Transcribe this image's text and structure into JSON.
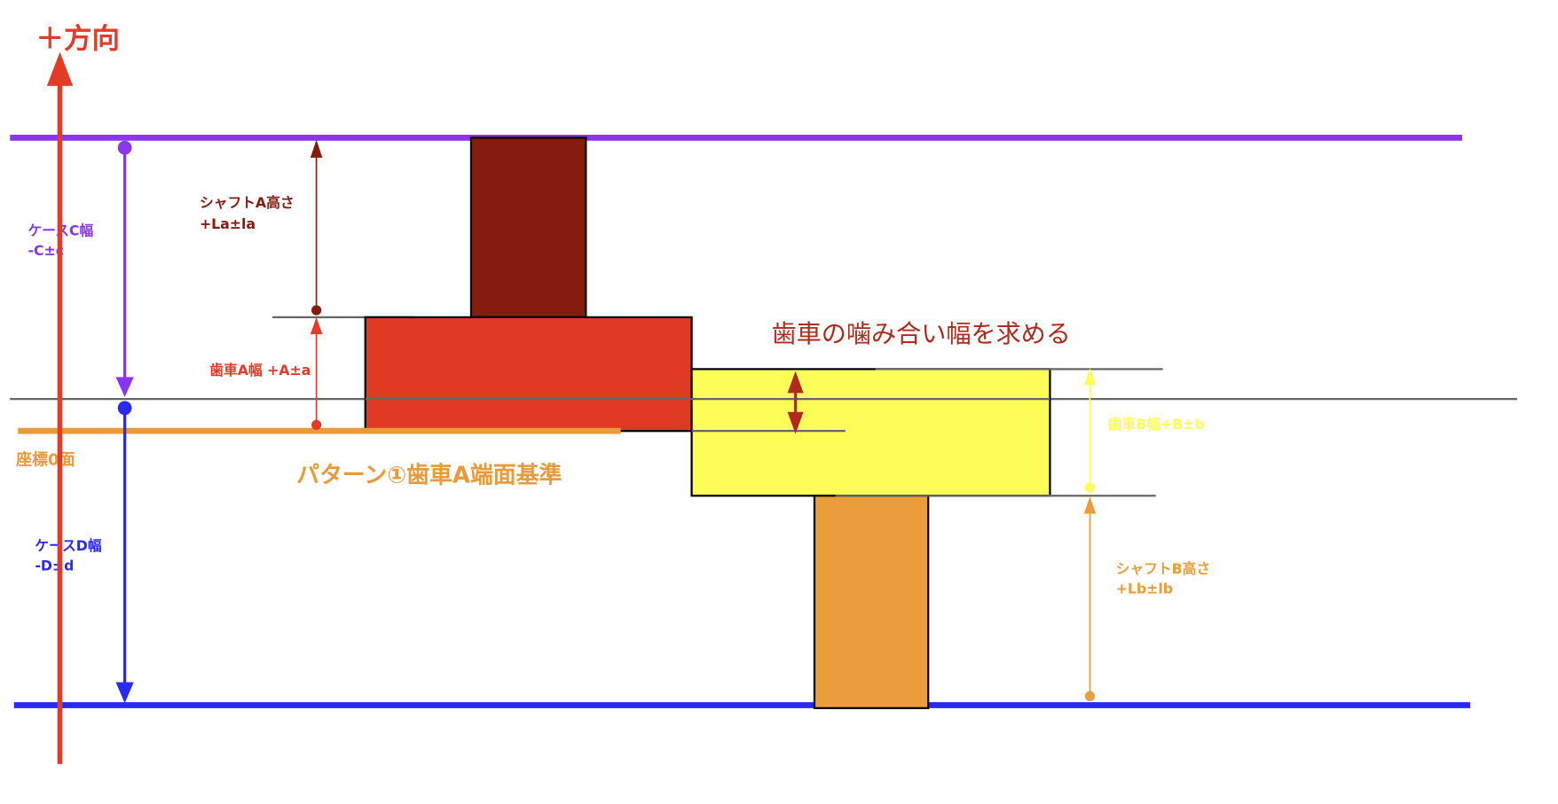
{
  "direction_label": "＋方向",
  "labels": {
    "case_c_name": "ケースC幅",
    "case_c_value": "-C±c",
    "case_d_name": "ケースD幅",
    "case_d_value": "-D±d",
    "origin_plane": "座標0面",
    "shaft_a_name": "シャフトA高さ",
    "shaft_a_value": "+La±la",
    "gear_a": "歯車A幅 +A±a",
    "gear_b": "歯車B幅+B±b",
    "shaft_b_name": "シャフトB高さ",
    "shaft_b_value": "+Lb±lb",
    "goal": "歯車の噛み合い幅を求める",
    "pattern": "パターン①歯車A端面基準"
  },
  "colors": {
    "direction": "#e33b26",
    "case_c": "#8a35f0",
    "case_d": "#2a2af0",
    "origin": "#e99a3a",
    "shaft_a": "#861b10",
    "gear_a": "#e03a25",
    "gear_b": "#fdfd58",
    "shaft_b": "#ea9d3a",
    "goal": "#b02a1c",
    "guide": "#666666"
  }
}
